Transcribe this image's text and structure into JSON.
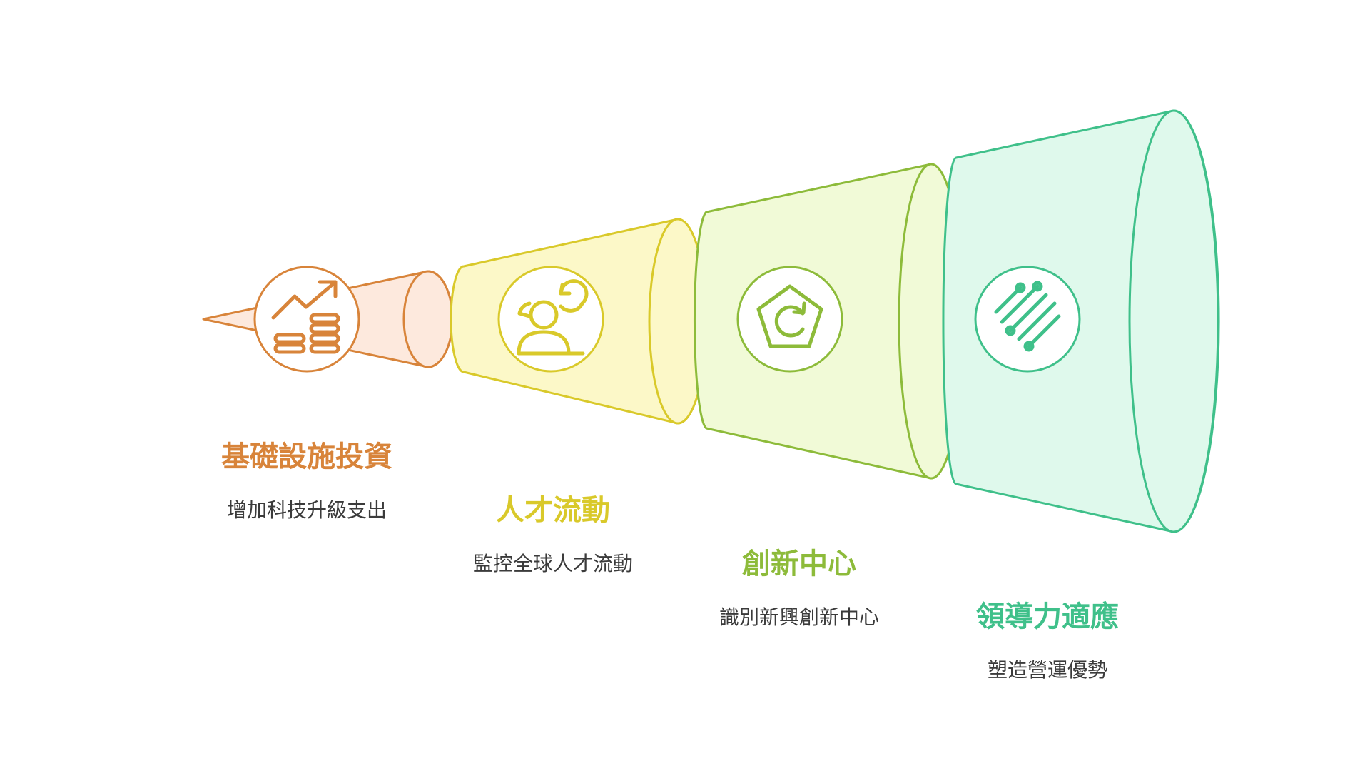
{
  "diagram": {
    "stages": [
      {
        "title": "基礎設施投資",
        "description": "增加科技升級支出",
        "icon": "chart-growth-coins-icon",
        "stroke": "#D8843A",
        "fill": "#FDE9DD"
      },
      {
        "title": "人才流動",
        "description": "監控全球人才流動",
        "icon": "people-exchange-icon",
        "stroke": "#D9C92A",
        "fill": "#FCF8C8"
      },
      {
        "title": "創新中心",
        "description": "識別新興創新中心",
        "icon": "pentagon-refresh-icon",
        "stroke": "#8DBB3A",
        "fill": "#F1FAD7"
      },
      {
        "title": "領導力適應",
        "description": "塑造營運優勢",
        "icon": "parallel-bars-icon",
        "stroke": "#3FC08A",
        "fill": "#DFF9EC"
      }
    ]
  }
}
